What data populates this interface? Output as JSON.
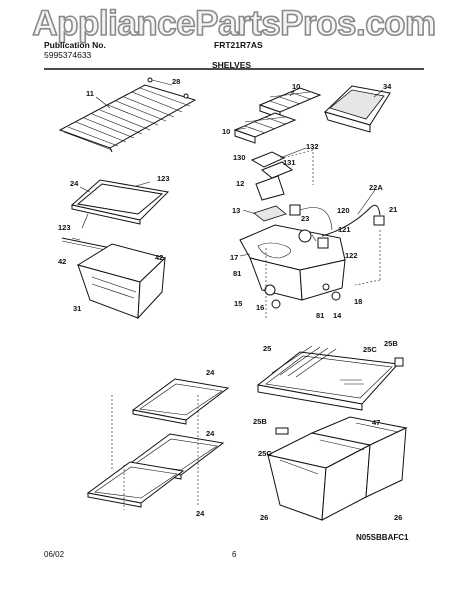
{
  "watermark": "AppliancePartsPros.com",
  "header": {
    "publication_label": "Publication No.",
    "publication_number": "5995374633",
    "model": "FRT21R7AS",
    "section": "SHELVES"
  },
  "footer": {
    "date": "06/02",
    "page": "6",
    "diagram_code": "N05SBBAFC1"
  },
  "callouts": [
    "28",
    "11",
    "10",
    "34",
    "10",
    "132",
    "130",
    "131",
    "12",
    "24",
    "123",
    "13",
    "22A",
    "120",
    "21",
    "23",
    "123",
    "121",
    "42",
    "42",
    "122",
    "17",
    "81",
    "31",
    "15",
    "16",
    "81",
    "14",
    "18",
    "24",
    "25",
    "25C",
    "25B",
    "47",
    "24",
    "25B",
    "25C",
    "24",
    "26",
    "26"
  ]
}
